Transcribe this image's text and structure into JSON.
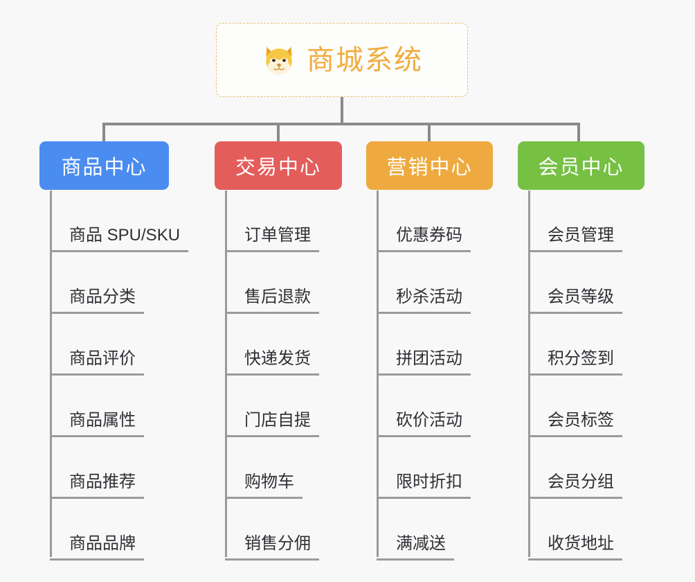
{
  "canvas": {
    "background": "#f8f8f8",
    "line_color": "#8a8a8a"
  },
  "root": {
    "title": "商城系统",
    "icon": "shiba-dog-face-icon",
    "border_color": "#e8bf70",
    "text_color": "#f0ad3e",
    "background": "#fdfdfc"
  },
  "branches": [
    {
      "label": "商品中心",
      "color": "#4a8cf0",
      "items": [
        "商品 SPU/SKU",
        "商品分类",
        "商品评价",
        "商品属性",
        "商品推荐",
        "商品品牌"
      ]
    },
    {
      "label": "交易中心",
      "color": "#e35d5b",
      "items": [
        "订单管理",
        "售后退款",
        "快递发货",
        "门店自提",
        "购物车",
        "销售分佣"
      ]
    },
    {
      "label": "营销中心",
      "color": "#eeaa40",
      "items": [
        "优惠券码",
        "秒杀活动",
        "拼团活动",
        "砍价活动",
        "限时折扣",
        "满减送"
      ]
    },
    {
      "label": "会员中心",
      "color": "#76c044",
      "items": [
        "会员管理",
        "会员等级",
        "积分签到",
        "会员标签",
        "会员分组",
        "收货地址"
      ]
    }
  ]
}
